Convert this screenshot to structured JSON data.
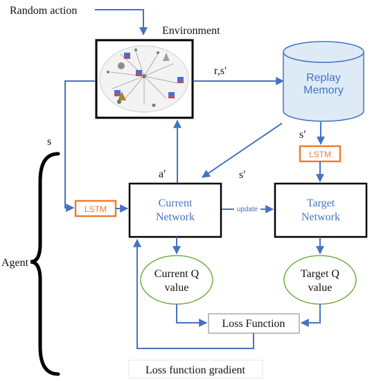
{
  "labels": {
    "random_action": "Random action",
    "environment": "Environment",
    "r_s_prime": "r,s′",
    "s": "s",
    "s_prime_replay": "s′",
    "a_prime": "a′",
    "s_prime_mid": "s′",
    "update": "update",
    "agent": "Agent",
    "loss_gradient": "Loss function gradient"
  },
  "replay": {
    "line1": "Replay",
    "line2": "Memory"
  },
  "lstm": {
    "label": "LSTM"
  },
  "current_network": {
    "line1": "Current",
    "line2": "Network"
  },
  "target_network": {
    "line1": "Target",
    "line2": "Network"
  },
  "current_q": {
    "line1": "Current Q",
    "line2": "value"
  },
  "target_q": {
    "line1": "Target Q",
    "line2": "value"
  },
  "loss_function": {
    "label": "Loss Function"
  },
  "colors": {
    "arrow_blue": "#4472c4",
    "lstm_orange": "#ed7d31",
    "q_green": "#70ad47",
    "cylinder_fill": "#deebf7",
    "loss_border": "#bfbfbf"
  }
}
